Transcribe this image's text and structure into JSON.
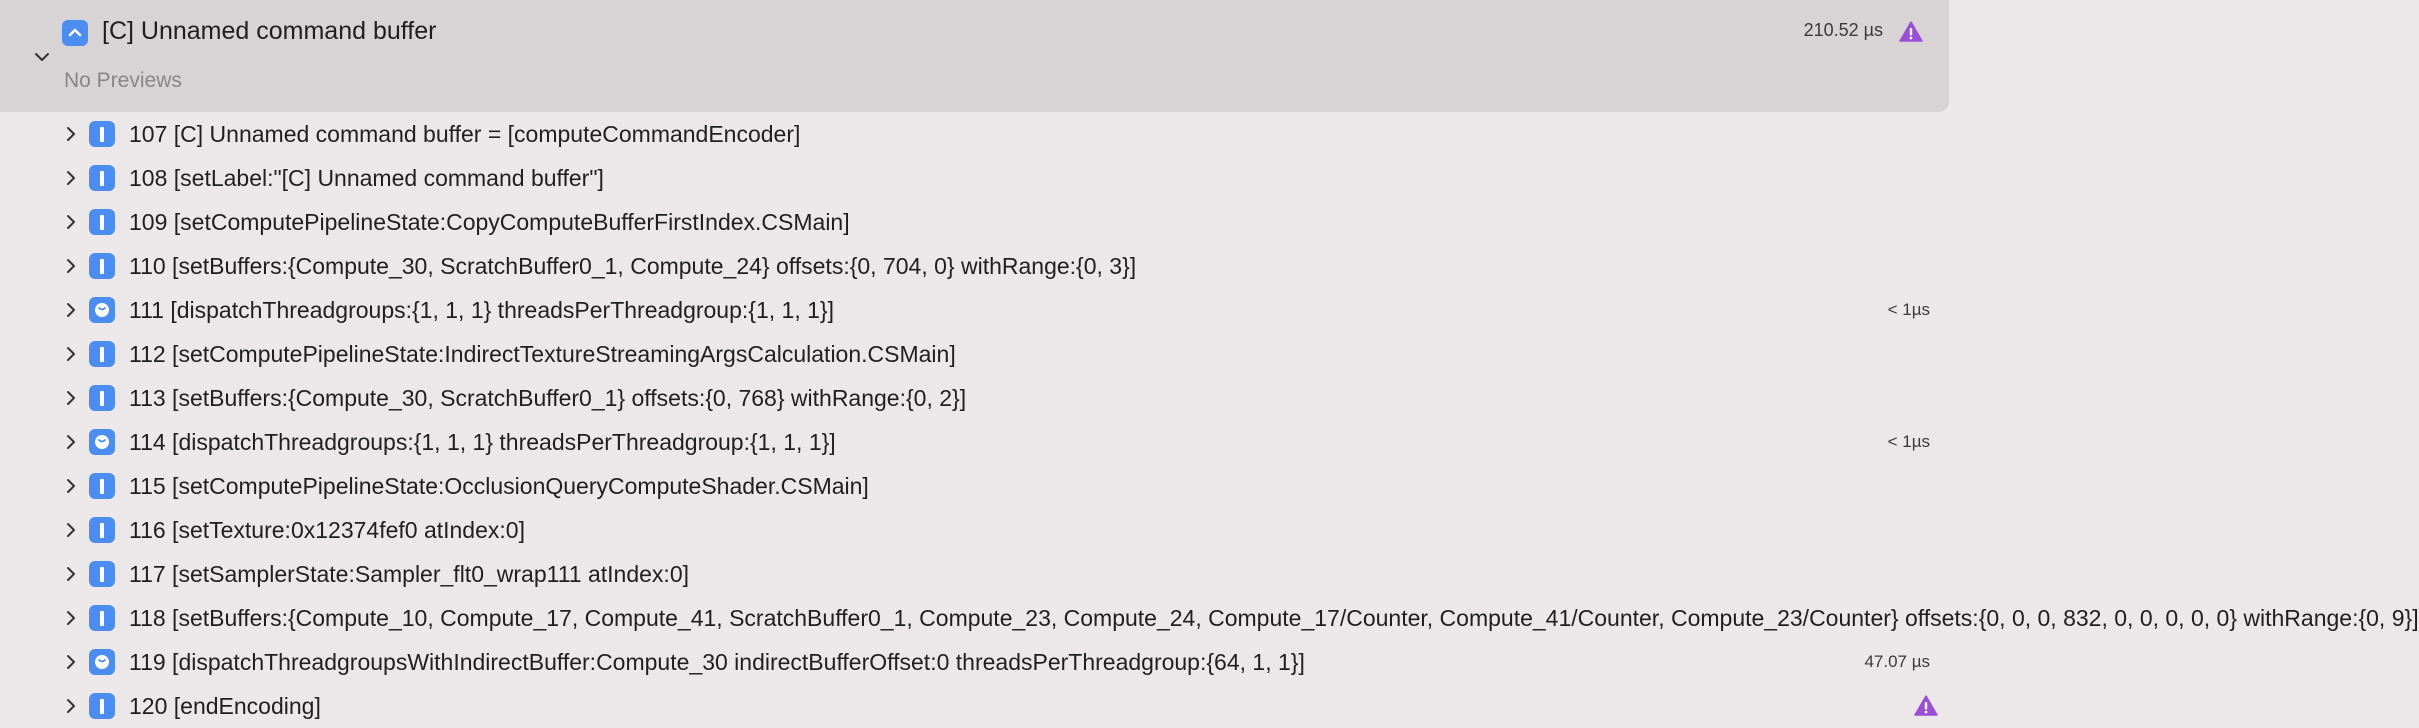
{
  "header": {
    "title": "[C] Unnamed command buffer",
    "subtitle": "No Previews",
    "time": "210.52 µs",
    "warning_icon": "warning-triangle-icon",
    "icon": "command-buffer-icon"
  },
  "colors": {
    "accent_blue": "#4b8df0",
    "warning_purple": "#9b4fd6",
    "header_bg": "#d8d4d6",
    "list_bg": "#ece8ea"
  },
  "rows": [
    {
      "label": "107 [C] Unnamed command buffer = [computeCommandEncoder]",
      "kind": "call",
      "time": ""
    },
    {
      "label": "108 [setLabel:\"[C] Unnamed command buffer\"]",
      "kind": "call",
      "time": ""
    },
    {
      "label": "109 [setComputePipelineState:CopyComputeBufferFirstIndex.CSMain]",
      "kind": "call",
      "time": ""
    },
    {
      "label": "110 [setBuffers:{Compute_30, ScratchBuffer0_1, Compute_24} offsets:{0, 704, 0} withRange:{0, 3}]",
      "kind": "call",
      "time": ""
    },
    {
      "label": "111 [dispatchThreadgroups:{1, 1, 1} threadsPerThreadgroup:{1, 1, 1}]",
      "kind": "dispatch",
      "time": "< 1µs"
    },
    {
      "label": "112 [setComputePipelineState:IndirectTextureStreamingArgsCalculation.CSMain]",
      "kind": "call",
      "time": ""
    },
    {
      "label": "113 [setBuffers:{Compute_30, ScratchBuffer0_1} offsets:{0, 768} withRange:{0, 2}]",
      "kind": "call",
      "time": ""
    },
    {
      "label": "114 [dispatchThreadgroups:{1, 1, 1} threadsPerThreadgroup:{1, 1, 1}]",
      "kind": "dispatch",
      "time": "< 1µs"
    },
    {
      "label": "115 [setComputePipelineState:OcclusionQueryComputeShader.CSMain]",
      "kind": "call",
      "time": ""
    },
    {
      "label": "116 [setTexture:0x12374fef0 atIndex:0]",
      "kind": "call",
      "time": ""
    },
    {
      "label": "117 [setSamplerState:Sampler_flt0_wrap111 atIndex:0]",
      "kind": "call",
      "time": ""
    },
    {
      "label": "118 [setBuffers:{Compute_10, Compute_17, Compute_41, ScratchBuffer0_1, Compute_23, Compute_24, Compute_17/Counter, Compute_41/Counter, Compute_23/Counter} offsets:{0, 0, 0, 832, 0, 0, 0, 0, 0} withRange:{0, 9}]",
      "kind": "call",
      "time": ""
    },
    {
      "label": "119 [dispatchThreadgroupsWithIndirectBuffer:Compute_30 indirectBufferOffset:0 threadsPerThreadgroup:{64, 1, 1}]",
      "kind": "dispatch",
      "time": "47.07 µs"
    },
    {
      "label": "120 [endEncoding]",
      "kind": "call",
      "time": "",
      "warning": true
    }
  ]
}
